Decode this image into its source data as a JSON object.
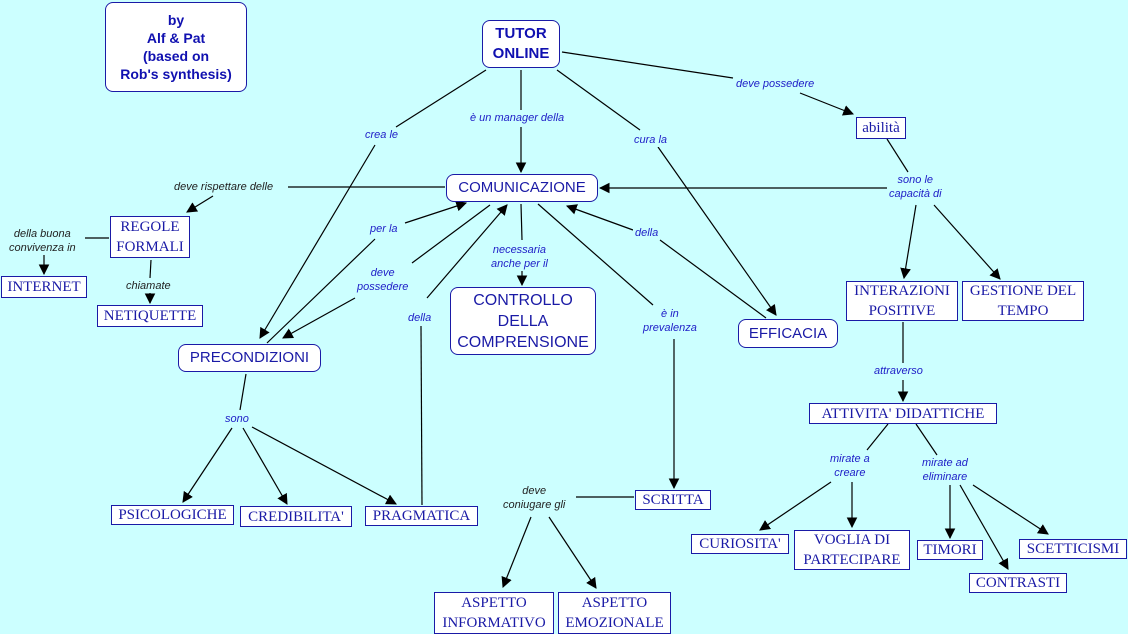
{
  "colors": {
    "background": "#ccffff",
    "node_border": "#1a1aa6",
    "node_text": "#1a1aa6",
    "link_label": "#2020c8",
    "edge": "#000000"
  },
  "credits": "by\nAlf & Pat\n(based on\nRob's synthesis)",
  "nodes": {
    "tutor_online": "TUTOR\nONLINE",
    "comunicazione": "COMUNICAZIONE",
    "abilita": "abilità",
    "regole_formali": "REGOLE\nFORMALI",
    "internet": "INTERNET",
    "netiquette": "NETIQUETTE",
    "precondizioni": "PRECONDIZIONI",
    "controllo": "CONTROLLO\nDELLA\nCOMPRENSIONE",
    "efficacia": "EFFICACIA",
    "interazioni": "INTERAZIONI\nPOSITIVE",
    "gestione_tempo": "GESTIONE DEL\nTEMPO",
    "attivita": "ATTIVITA' DIDATTICHE",
    "psicologiche": "PSICOLOGICHE",
    "credibilita": "CREDIBILITA'",
    "pragmatica": "PRAGMATICA",
    "scritta": "SCRITTA",
    "aspetto_inf": "ASPETTO\nINFORMATIVO",
    "aspetto_emo": "ASPETTO\nEMOZIONALE",
    "curiosita": "CURIOSITA'",
    "voglia": "VOGLIA DI\nPARTECIPARE",
    "timori": "TIMORI",
    "contrasti": "CONTRASTI",
    "scetticismi": "SCETTICISMI"
  },
  "links": {
    "crea_le": "crea le",
    "manager": "è un manager della",
    "cura_la": "cura la",
    "deve_possedere_1": "deve possedere",
    "sono_capacita": "sono le\ncapacità di",
    "deve_rispettare": "deve rispettare delle",
    "buona_convivenza": "della buona\nconvivenza in",
    "chiamate": "chiamate",
    "per_la": "per la",
    "deve_possedere_2": "deve\npossedere",
    "della_1": "della",
    "necessaria": "necessaria\nanche per il",
    "della_2": "della",
    "in_prevalenza": "è in\nprevalenza",
    "attraverso": "attraverso",
    "sono": "sono",
    "deve_coniugare": "deve\nconiugare gli",
    "mirate_creare": "mirate a\ncreare",
    "mirate_eliminare": "mirate ad\neliminare"
  }
}
